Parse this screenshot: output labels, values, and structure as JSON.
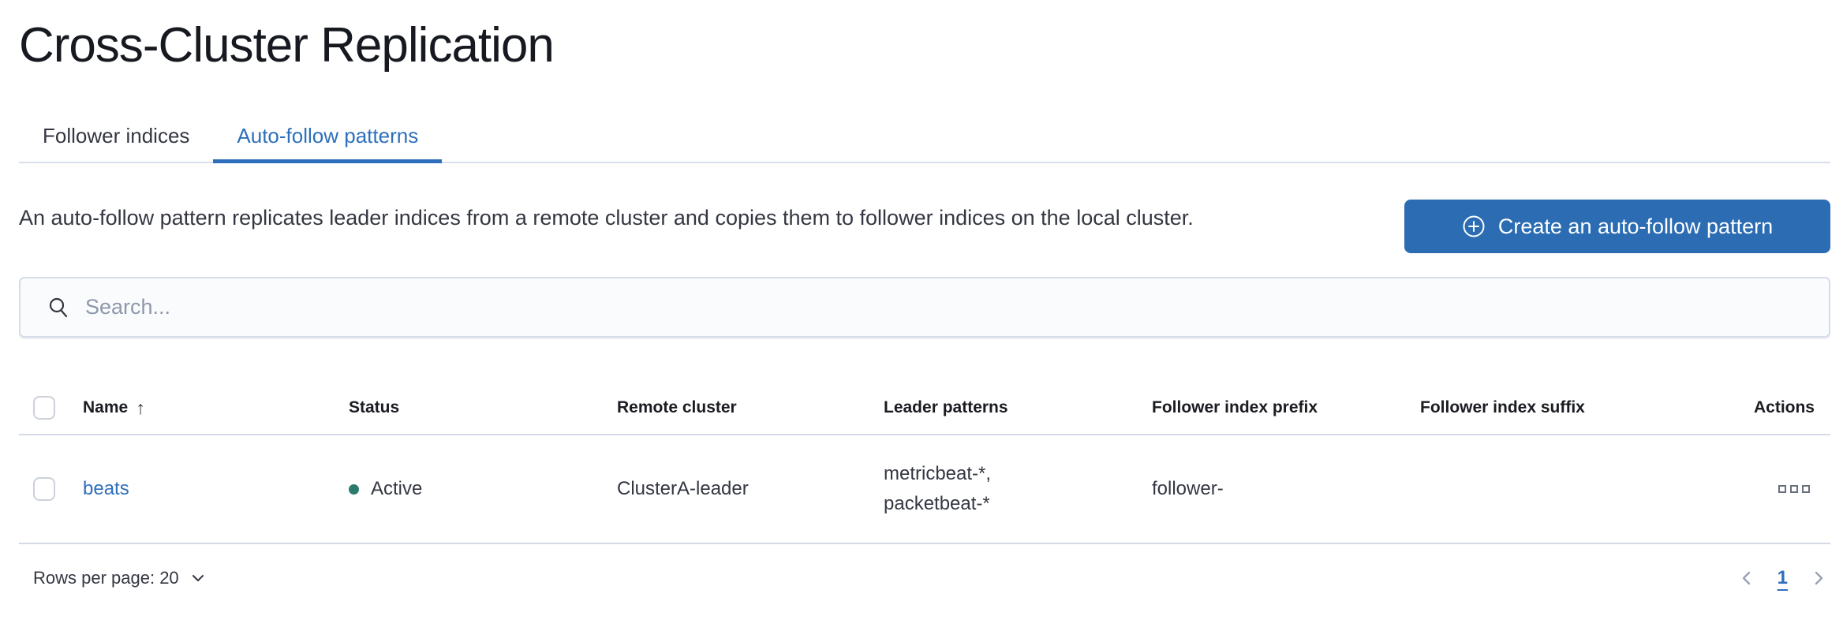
{
  "page": {
    "title": "Cross-Cluster Replication"
  },
  "tabs": [
    {
      "label": "Follower indices",
      "active": false
    },
    {
      "label": "Auto-follow patterns",
      "active": true
    }
  ],
  "intro": {
    "description": "An auto-follow pattern replicates leader indices from a remote cluster and copies them to follower indices on the local cluster.",
    "create_button_label": "Create an auto-follow pattern",
    "create_button_icon": "plus-in-circle-icon"
  },
  "search": {
    "placeholder": "Search...",
    "icon": "search-icon",
    "value": ""
  },
  "table": {
    "columns": {
      "name": "Name",
      "status": "Status",
      "remote_cluster": "Remote cluster",
      "leader_patterns": "Leader patterns",
      "follower_index_prefix": "Follower index prefix",
      "follower_index_suffix": "Follower index suffix",
      "actions": "Actions"
    },
    "sort": {
      "column": "Name",
      "direction": "ascending",
      "arrow": "↑"
    },
    "rows": [
      {
        "name": "beats",
        "status": "Active",
        "remote_cluster": "ClusterA-leader",
        "leader_patterns": "metricbeat-*, packetbeat-*",
        "follower_index_prefix": "follower-",
        "follower_index_suffix": "",
        "actions_icon": "boxes-horizontal-icon"
      }
    ]
  },
  "footer": {
    "rows_per_page_label": "Rows per page: 20",
    "pagination": {
      "active_page": "1"
    }
  },
  "colors": {
    "primary_button": "#2b6cb3",
    "link_blue": "#2e6fbd",
    "active_tab_blue": "#2d6fba",
    "status_active_dot": "#2c7a6e",
    "text": "#343741",
    "title_text": "#16191f",
    "divider": "#d4dae6",
    "icon_gray": "#69707d",
    "pagination_chevron": "#98a2b3",
    "placeholder": "#8e98ab"
  }
}
